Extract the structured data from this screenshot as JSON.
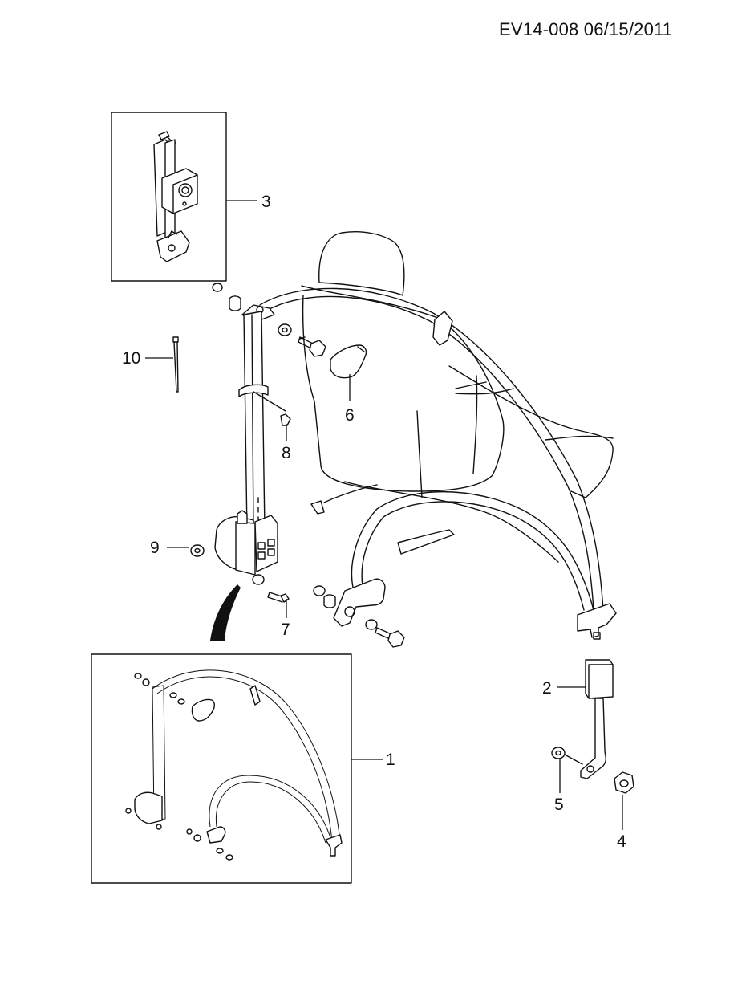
{
  "header": {
    "code": "EV14-008 06/15/2011"
  },
  "callouts": [
    {
      "id": "1",
      "label": "1"
    },
    {
      "id": "2",
      "label": "2"
    },
    {
      "id": "3",
      "label": "3"
    },
    {
      "id": "4",
      "label": "4"
    },
    {
      "id": "5",
      "label": "5"
    },
    {
      "id": "6",
      "label": "6"
    },
    {
      "id": "7",
      "label": "7"
    },
    {
      "id": "8",
      "label": "8"
    },
    {
      "id": "9",
      "label": "9"
    },
    {
      "id": "10",
      "label": "10"
    }
  ],
  "colors": {
    "line": "#111111",
    "background": "#ffffff"
  }
}
